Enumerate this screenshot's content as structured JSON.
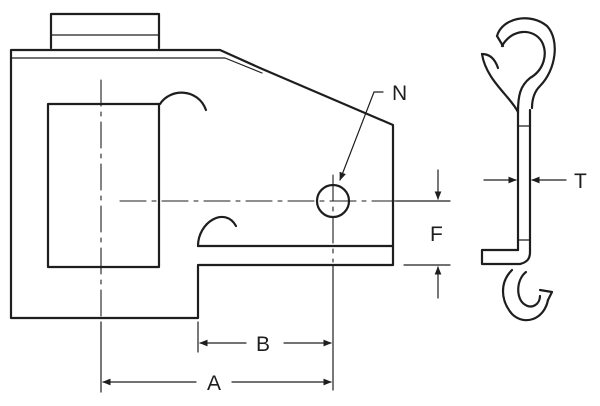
{
  "diagram": {
    "labels": {
      "n": "N",
      "t": "T",
      "f": "F",
      "b": "B",
      "a": "A"
    }
  }
}
